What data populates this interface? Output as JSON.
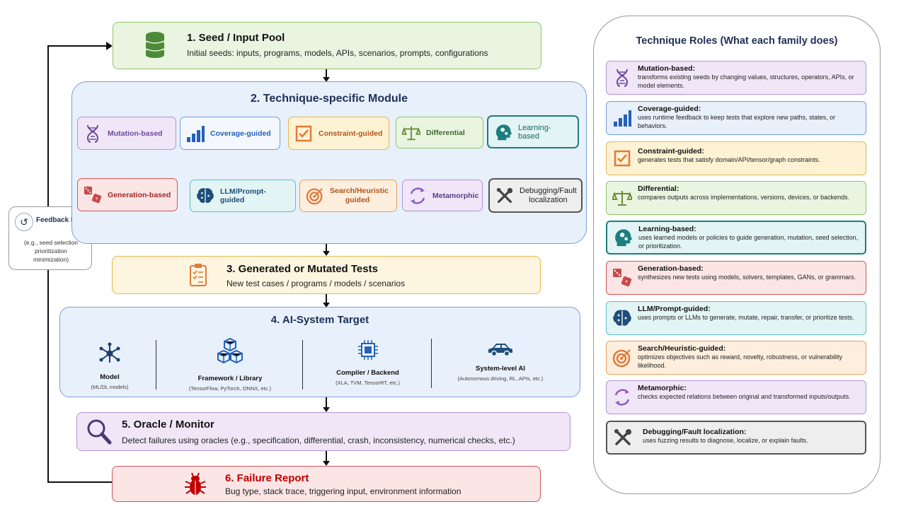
{
  "flow": {
    "seed": {
      "title": "1. Seed / Input Pool",
      "desc": "Initial seeds: inputs, programs, models, APIs, scenarios, prompts, configurations"
    },
    "module": {
      "title": "2. Technique-specific Module"
    },
    "generated": {
      "title": "3. Generated or Mutated Tests",
      "desc": "New test cases / programs / models / scenarios"
    },
    "target": {
      "title": "4. AI-System Target",
      "items": [
        {
          "name": "Model",
          "desc": "(ML/DL models)"
        },
        {
          "name": "Framework / Library",
          "desc": "(TensorFlow, PyTorch, ONNX, etc.)"
        },
        {
          "name": "Compiler / Backend",
          "desc": "(XLA, TVM, TensorRT, etc.)"
        },
        {
          "name": "System-level AI",
          "desc": "(Autonomous driving, RL, APIs, etc.)"
        }
      ]
    },
    "oracle": {
      "title": "5. Oracle / Monitor",
      "desc": "Detect failures using oracles (e.g., specification, differential, crash, inconsistency, numerical checks, etc.)"
    },
    "failure": {
      "title": "6. Failure Report",
      "desc": "Bug type, stack trace, triggering input, environment information"
    },
    "feedback": {
      "title": "Feedback Loop",
      "desc": "(e.g., seed selection prioritization minimization)"
    }
  },
  "module_chips": [
    {
      "label": "Mutation-based",
      "icon": "dna-icon"
    },
    {
      "label": "Coverage-guided",
      "icon": "bar-chart-icon"
    },
    {
      "label": "Constraint-guided",
      "icon": "checkbox-icon"
    },
    {
      "label": "Differential",
      "icon": "scale-icon"
    },
    {
      "label": "Learning-based",
      "icon": "brain-gear-icon"
    },
    {
      "label": "Generation-based",
      "icon": "dice-icon"
    },
    {
      "label": "LLM/Prompt-guided",
      "icon": "brain-circuit-icon"
    },
    {
      "label": "Search/Heuristic guided",
      "icon": "target-icon"
    },
    {
      "label": "Metamorphic",
      "icon": "cycle-icon"
    },
    {
      "label": "Debugging/Fault localization",
      "icon": "tools-icon"
    }
  ],
  "roles": {
    "title": "Technique Roles (What each family does)",
    "items": [
      {
        "name": "Mutation-based:",
        "desc": "transforms existing seeds by changing values, structures, operators, APIs, or model elements."
      },
      {
        "name": "Coverage-guided:",
        "desc": "uses runtime feedback to keep tests that explore new paths, states, or behaviors."
      },
      {
        "name": "Constraint-guided:",
        "desc": "generates tests that satisfy domain/API/tensor/graph constraints."
      },
      {
        "name": "Differential:",
        "desc": "compares outputs across implementations, versions, devices, or backends."
      },
      {
        "name": "Learning-based:",
        "desc": "uses learned models or policies to guide generation, mutation, seed selection, or prioritization."
      },
      {
        "name": "Generation-based:",
        "desc": "synthesizes new tests using models, solvers, templates, GANs, or grammars."
      },
      {
        "name": "LLM/Prompt-guided:",
        "desc": "uses prompts or LLMs to generate, mutate, repair, transfer, or prioritize tests."
      },
      {
        "name": "Search/Heuristic-guided:",
        "desc": "optimizes objectives such as reward, novelty, robustness, or vulnerability likelihood."
      },
      {
        "name": "Metamorphic:",
        "desc": "checks expected relations between original and transformed inputs/outputs."
      },
      {
        "name": "Debugging/Fault localization:",
        "desc": "uses fuzzing results to diagnose, localize, or explain faults."
      }
    ]
  },
  "colors": {
    "purple": "#f0e6f8",
    "blue": "#e8f0fb",
    "yellow": "#fdf2d4",
    "green": "#e9f5e1",
    "teal": "#e2f4f3",
    "red": "#fbe5e5",
    "orange": "#fdeedd",
    "gray": "#eeeeee"
  }
}
